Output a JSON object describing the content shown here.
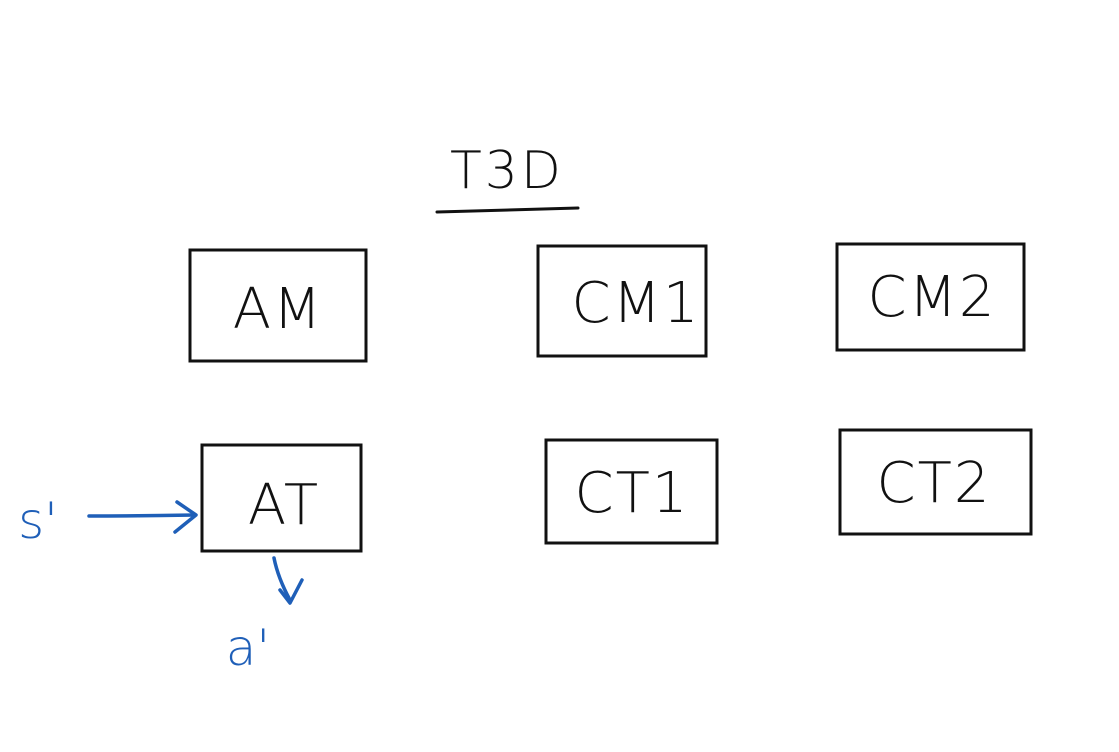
{
  "title": "T3D",
  "boxes": [
    {
      "id": "am",
      "label": "AM"
    },
    {
      "id": "cm1",
      "label": "CM1"
    },
    {
      "id": "cm2",
      "label": "CM2"
    },
    {
      "id": "at",
      "label": "AT"
    },
    {
      "id": "ct1",
      "label": "CT1"
    },
    {
      "id": "ct2",
      "label": "CT2"
    }
  ],
  "annotations": {
    "input_label": "s'",
    "output_label": "a'"
  },
  "colors": {
    "ink": "#111111",
    "annotation": "#1f5fb8",
    "background": "#ffffff"
  }
}
